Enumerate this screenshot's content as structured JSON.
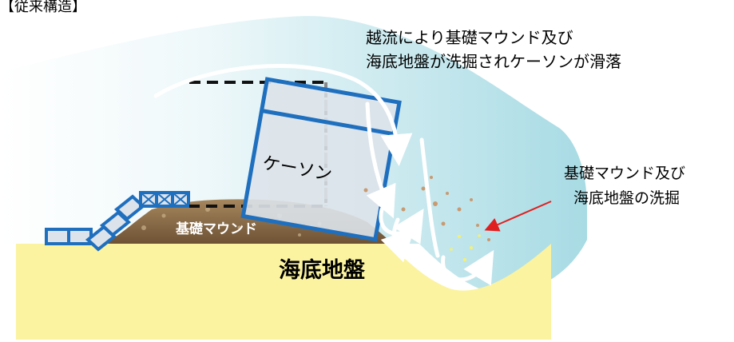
{
  "diagram": {
    "heading": "【従来構造】",
    "caption_line1": "越流により基礎マウンド及び",
    "caption_line2": "海底地盤が洗掘されケーソンが滑落",
    "scour_label_line1": "基礎マウンド及び",
    "scour_label_line2": "海底地盤の洗掘",
    "caisson_label": "ケーソン",
    "mound_label": "基礎マウンド",
    "seabed_label": "海底地盤"
  },
  "colors": {
    "water": "#a8dbe4",
    "seabed": "#fbf3a0",
    "mound": "#8b6a42",
    "caisson_stroke": "#1f6fbf",
    "caisson_fill": "#dde3ea",
    "arrow": "#ffffff",
    "pointer": "#e02020"
  },
  "icons": {
    "flow_arrow": "white-curved-arrow-icon",
    "pointer_arrow": "red-arrow-icon"
  }
}
